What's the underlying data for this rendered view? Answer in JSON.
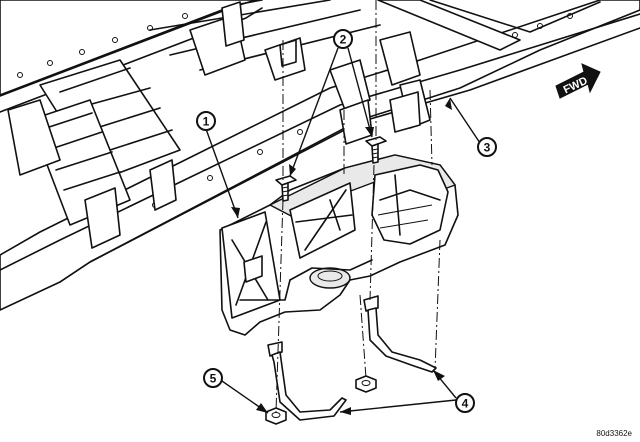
{
  "diagram": {
    "callouts": [
      {
        "id": "1",
        "label": "1"
      },
      {
        "id": "2",
        "label": "2"
      },
      {
        "id": "3",
        "label": "3"
      },
      {
        "id": "4",
        "label": "4"
      },
      {
        "id": "5",
        "label": "5"
      }
    ],
    "fwd_label": "FWD",
    "figure_id": "80d3362e"
  }
}
